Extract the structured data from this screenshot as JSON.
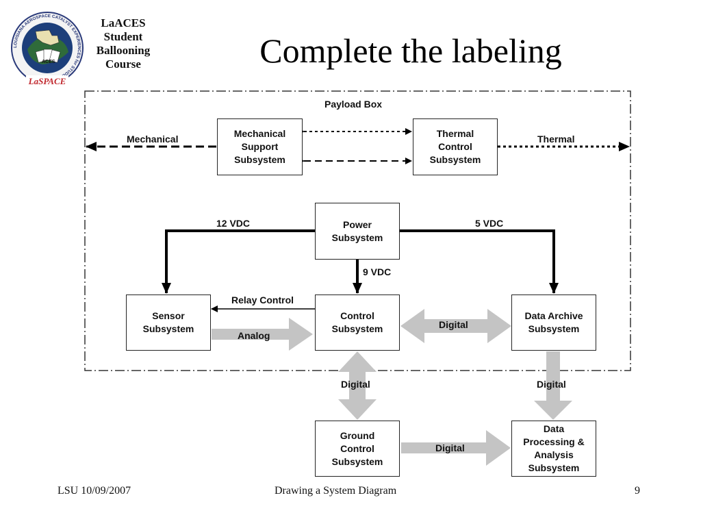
{
  "slide": {
    "title": "Complete the labeling",
    "course_label": [
      "LaACES",
      "Student",
      "Ballooning",
      "Course"
    ],
    "logo": {
      "ring_text": "LOUISIANA AEROSPACE CATALYST EXPERIENCES for STUDENTS",
      "center_text": "ACES",
      "brand_text": "LaSPACE"
    }
  },
  "diagram": {
    "container_label": "Payload Box",
    "boxes": {
      "mechanical": [
        "Mechanical",
        "Support",
        "Subsystem"
      ],
      "thermal": [
        "Thermal",
        "Control",
        "Subsystem"
      ],
      "power": [
        "Power",
        "Subsystem"
      ],
      "sensor": [
        "Sensor",
        "Subsystem"
      ],
      "control": [
        "Control",
        "Subsystem"
      ],
      "data_archive": [
        "Data Archive",
        "Subsystem"
      ],
      "ground_control": [
        "Ground",
        "Control",
        "Subsystem"
      ],
      "data_processing": [
        "Data",
        "Processing &",
        "Analysis",
        "Subsystem"
      ]
    },
    "connections": {
      "mechanical_out": "Mechanical",
      "thermal_out": "Thermal",
      "power_12v": "12 VDC",
      "power_5v": "5 VDC",
      "power_9v": "9 VDC",
      "relay_control": "Relay Control",
      "analog": "Analog",
      "control_archive": "Digital",
      "control_ground": "Digital",
      "archive_processing": "Digital",
      "ground_processing": "Digital"
    }
  },
  "footer": {
    "left": "LSU 10/09/2007",
    "center": "Drawing a System Diagram",
    "page": "9"
  },
  "colors": {
    "line": "#000000",
    "gray_arrow": "#c4c4c4",
    "box_border": "#222222"
  }
}
